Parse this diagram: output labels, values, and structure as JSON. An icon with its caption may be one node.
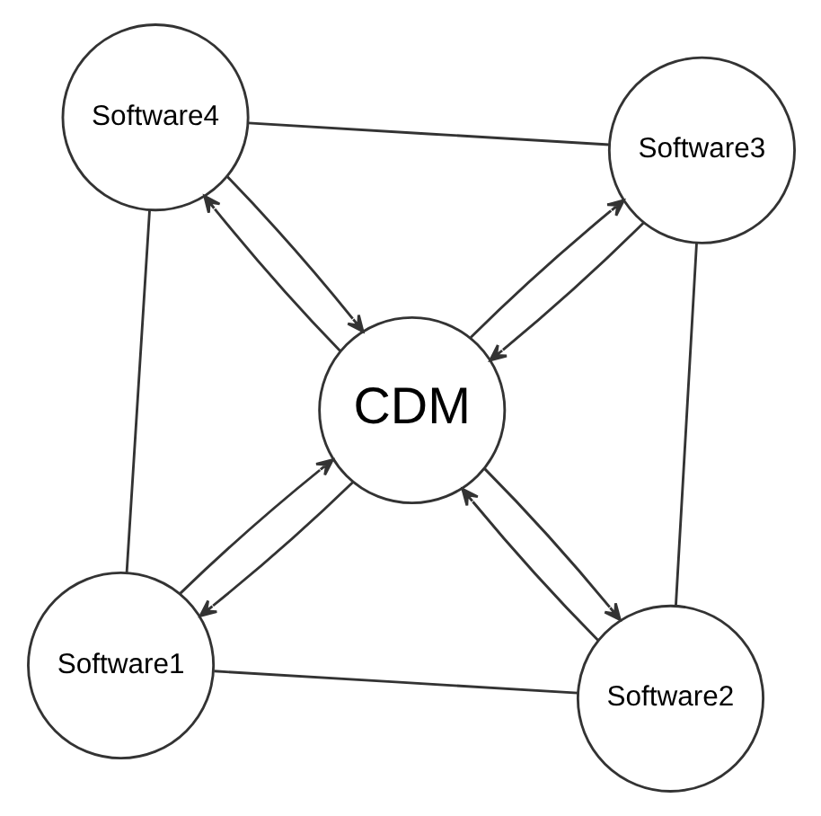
{
  "diagram": {
    "nodes": [
      {
        "text": [
          "Software1"
        ]
      },
      {
        "text": [
          "Software2"
        ]
      },
      {
        "text": [
          "CDM"
        ]
      },
      {
        "text": [
          "Software4"
        ]
      },
      {
        "text": [
          "Software3"
        ]
      }
    ],
    "edges": [
      {
        "from": 0,
        "to": 2,
        "arrow": "to"
      },
      {
        "from": 2,
        "to": 0,
        "arrow": "to"
      },
      {
        "from": 1,
        "to": 2,
        "arrow": "to"
      },
      {
        "from": 2,
        "to": 1,
        "arrow": "to"
      },
      {
        "from": 3,
        "to": 2,
        "arrow": "to"
      },
      {
        "from": 2,
        "to": 3,
        "arrow": "to"
      },
      {
        "from": 4,
        "to": 2,
        "arrow": "to"
      },
      {
        "from": 2,
        "to": 4,
        "arrow": "to"
      },
      {
        "from": 0,
        "to": 1,
        "arrow": "none"
      },
      {
        "from": 1,
        "to": 4,
        "arrow": "none"
      },
      {
        "from": 4,
        "to": 3,
        "arrow": "none"
      },
      {
        "from": 3,
        "to": 0,
        "arrow": "none"
      }
    ]
  }
}
